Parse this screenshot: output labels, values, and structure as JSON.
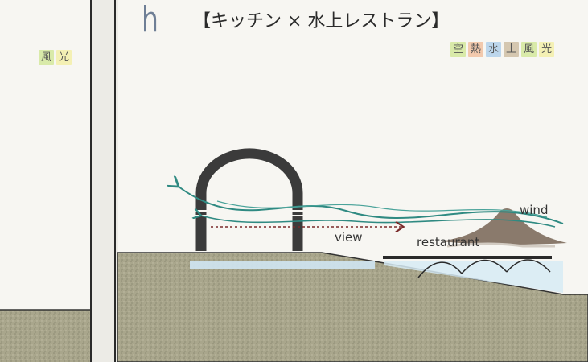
{
  "left_panel": {
    "tags": [
      {
        "label": "風",
        "kind": "wind"
      },
      {
        "label": "光",
        "kind": "light"
      }
    ]
  },
  "main_panel": {
    "letter": "h",
    "title": "【キッチン × 水上レストラン】",
    "tags": [
      {
        "label": "空",
        "kind": "air"
      },
      {
        "label": "熱",
        "kind": "heat"
      },
      {
        "label": "水",
        "kind": "water"
      },
      {
        "label": "土",
        "kind": "earth"
      },
      {
        "label": "風",
        "kind": "wind"
      },
      {
        "label": "光",
        "kind": "light"
      }
    ]
  },
  "diagram": {
    "labels": {
      "wind": "wind",
      "view": "view",
      "restaurant": "restaurant"
    },
    "colors": {
      "ground": "#a9a68c",
      "arch": "#3b3b3b",
      "wind_arrows": "#2f8a82",
      "view_arrow": "#7a2a2a",
      "water": "#cfe6f2",
      "roof": "#8a7a6c",
      "restaurant_deck": "#2a2a2a"
    }
  }
}
